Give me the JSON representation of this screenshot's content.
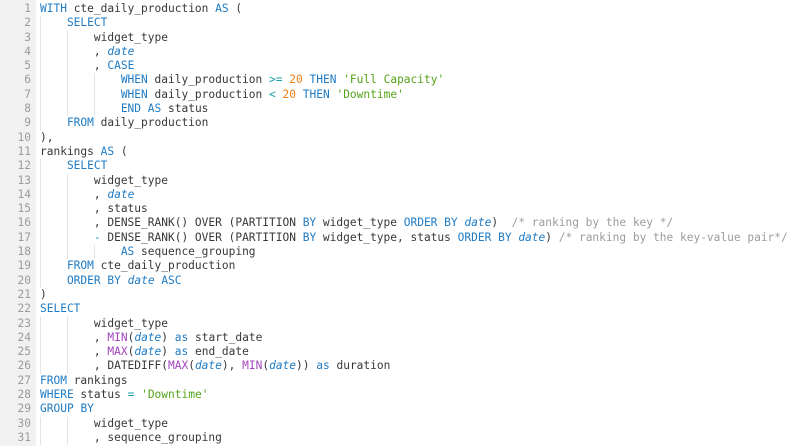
{
  "editor": {
    "language": "sql",
    "colors": {
      "keyword": "#1F7BC3",
      "datatype": "#1F7BC3",
      "string": "#55A41B",
      "number": "#EA7F16",
      "operator": "#17A2A6",
      "function": "#A246BE",
      "comment": "#9C9C9C",
      "default_text": "#383838",
      "line_number": "#9B9B9B",
      "gutter_bg": "#F1F1F1",
      "indent_guide": "#E4E4E4"
    },
    "lines": [
      {
        "num": 1,
        "i": 0,
        "t": [
          [
            "WITH",
            "k"
          ],
          [
            " cte_daily_production ",
            "d"
          ],
          [
            "AS",
            "k"
          ],
          [
            " (",
            "d"
          ]
        ]
      },
      {
        "num": 2,
        "i": 1,
        "t": [
          [
            "SELECT",
            "k"
          ]
        ]
      },
      {
        "num": 3,
        "i": 2,
        "t": [
          [
            "widget_type",
            "d"
          ]
        ]
      },
      {
        "num": 4,
        "i": 2,
        "t": [
          [
            ", ",
            "d"
          ],
          [
            "date",
            "t"
          ]
        ]
      },
      {
        "num": 5,
        "i": 2,
        "t": [
          [
            ", ",
            "d"
          ],
          [
            "CASE",
            "k"
          ]
        ]
      },
      {
        "num": 6,
        "i": 3,
        "t": [
          [
            "WHEN",
            "k"
          ],
          [
            " daily_production ",
            "d"
          ],
          [
            ">=",
            "o"
          ],
          [
            " ",
            "d"
          ],
          [
            "20",
            "n"
          ],
          [
            " ",
            "d"
          ],
          [
            "THEN",
            "k"
          ],
          [
            " ",
            "d"
          ],
          [
            "'Full Capacity'",
            "s"
          ]
        ]
      },
      {
        "num": 7,
        "i": 3,
        "t": [
          [
            "WHEN",
            "k"
          ],
          [
            " daily_production ",
            "d"
          ],
          [
            "<",
            "o"
          ],
          [
            " ",
            "d"
          ],
          [
            "20",
            "n"
          ],
          [
            " ",
            "d"
          ],
          [
            "THEN",
            "k"
          ],
          [
            " ",
            "d"
          ],
          [
            "'Downtime'",
            "s"
          ]
        ]
      },
      {
        "num": 8,
        "i": 3,
        "t": [
          [
            "END",
            "k"
          ],
          [
            " ",
            "d"
          ],
          [
            "AS",
            "k"
          ],
          [
            " status",
            "d"
          ]
        ]
      },
      {
        "num": 9,
        "i": 1,
        "t": [
          [
            "FROM",
            "k"
          ],
          [
            " daily_production",
            "d"
          ]
        ]
      },
      {
        "num": 10,
        "i": 0,
        "t": [
          [
            "),",
            "d"
          ]
        ]
      },
      {
        "num": 11,
        "i": 0,
        "t": [
          [
            "rankings ",
            "d"
          ],
          [
            "AS",
            "k"
          ],
          [
            " (",
            "d"
          ]
        ]
      },
      {
        "num": 12,
        "i": 1,
        "t": [
          [
            "SELECT",
            "k"
          ]
        ]
      },
      {
        "num": 13,
        "i": 2,
        "t": [
          [
            "widget_type",
            "d"
          ]
        ]
      },
      {
        "num": 14,
        "i": 2,
        "t": [
          [
            ", ",
            "d"
          ],
          [
            "date",
            "t"
          ]
        ]
      },
      {
        "num": 15,
        "i": 2,
        "t": [
          [
            ", status",
            "d"
          ]
        ]
      },
      {
        "num": 16,
        "i": 2,
        "t": [
          [
            ", DENSE_RANK() OVER (PARTITION ",
            "d"
          ],
          [
            "BY",
            "k"
          ],
          [
            " widget_type ",
            "d"
          ],
          [
            "ORDER",
            "k"
          ],
          [
            " ",
            "d"
          ],
          [
            "BY",
            "k"
          ],
          [
            " ",
            "d"
          ],
          [
            "date",
            "t"
          ],
          [
            ")  ",
            "d"
          ],
          [
            "/* ranking by the key */",
            "c"
          ]
        ]
      },
      {
        "num": 17,
        "i": 2,
        "t": [
          [
            "-",
            "o"
          ],
          [
            " DENSE_RANK() OVER (PARTITION ",
            "d"
          ],
          [
            "BY",
            "k"
          ],
          [
            " widget_type, status ",
            "d"
          ],
          [
            "ORDER",
            "k"
          ],
          [
            " ",
            "d"
          ],
          [
            "BY",
            "k"
          ],
          [
            " ",
            "d"
          ],
          [
            "date",
            "t"
          ],
          [
            ") ",
            "d"
          ],
          [
            "/* ranking by the key-value pair*/",
            "c"
          ]
        ]
      },
      {
        "num": 18,
        "i": 3,
        "t": [
          [
            "AS",
            "k"
          ],
          [
            " sequence_grouping",
            "d"
          ]
        ]
      },
      {
        "num": 19,
        "i": 1,
        "t": [
          [
            "FROM",
            "k"
          ],
          [
            " cte_daily_production",
            "d"
          ]
        ]
      },
      {
        "num": 20,
        "i": 1,
        "t": [
          [
            "ORDER",
            "k"
          ],
          [
            " ",
            "d"
          ],
          [
            "BY",
            "k"
          ],
          [
            " ",
            "d"
          ],
          [
            "date",
            "t"
          ],
          [
            " ",
            "d"
          ],
          [
            "ASC",
            "k"
          ]
        ]
      },
      {
        "num": 21,
        "i": 0,
        "t": [
          [
            ")",
            "d"
          ]
        ]
      },
      {
        "num": 22,
        "i": 0,
        "t": [
          [
            "SELECT",
            "k"
          ]
        ]
      },
      {
        "num": 23,
        "i": 2,
        "t": [
          [
            "widget_type",
            "d"
          ]
        ]
      },
      {
        "num": 24,
        "i": 2,
        "t": [
          [
            ", ",
            "d"
          ],
          [
            "MIN",
            "f"
          ],
          [
            "(",
            "d"
          ],
          [
            "date",
            "t"
          ],
          [
            ") ",
            "d"
          ],
          [
            "as",
            "k"
          ],
          [
            " start_date",
            "d"
          ]
        ]
      },
      {
        "num": 25,
        "i": 2,
        "t": [
          [
            ", ",
            "d"
          ],
          [
            "MAX",
            "f"
          ],
          [
            "(",
            "d"
          ],
          [
            "date",
            "t"
          ],
          [
            ") ",
            "d"
          ],
          [
            "as",
            "k"
          ],
          [
            " end_date",
            "d"
          ]
        ]
      },
      {
        "num": 26,
        "i": 2,
        "t": [
          [
            ", DATEDIFF(",
            "d"
          ],
          [
            "MAX",
            "f"
          ],
          [
            "(",
            "d"
          ],
          [
            "date",
            "t"
          ],
          [
            "), ",
            "d"
          ],
          [
            "MIN",
            "f"
          ],
          [
            "(",
            "d"
          ],
          [
            "date",
            "t"
          ],
          [
            ")) ",
            "d"
          ],
          [
            "as",
            "k"
          ],
          [
            " duration",
            "d"
          ]
        ]
      },
      {
        "num": 27,
        "i": 0,
        "t": [
          [
            "FROM",
            "k"
          ],
          [
            " rankings",
            "d"
          ]
        ]
      },
      {
        "num": 28,
        "i": 0,
        "t": [
          [
            "WHERE",
            "k"
          ],
          [
            " status ",
            "d"
          ],
          [
            "=",
            "o"
          ],
          [
            " ",
            "d"
          ],
          [
            "'Downtime'",
            "s"
          ]
        ]
      },
      {
        "num": 29,
        "i": 0,
        "t": [
          [
            "GROUP",
            "k"
          ],
          [
            " ",
            "d"
          ],
          [
            "BY",
            "k"
          ]
        ]
      },
      {
        "num": 30,
        "i": 2,
        "t": [
          [
            "widget_type",
            "d"
          ]
        ]
      },
      {
        "num": 31,
        "i": 2,
        "t": [
          [
            ", sequence_grouping",
            "d"
          ]
        ]
      }
    ]
  }
}
